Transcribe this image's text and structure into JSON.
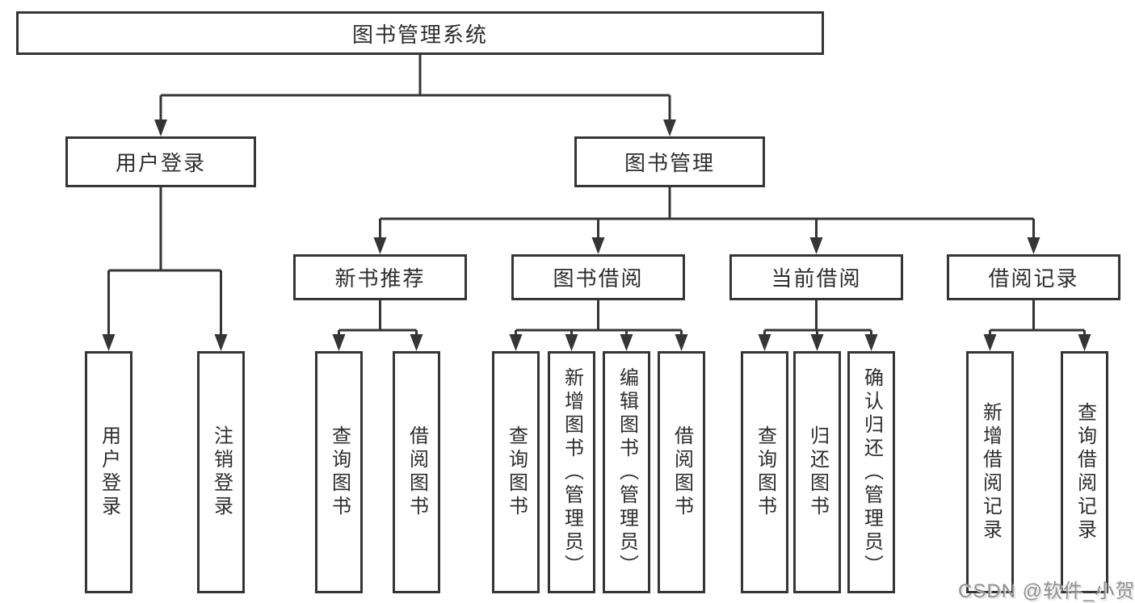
{
  "diagram": {
    "title": "图书管理系统",
    "nodes": {
      "root": "图书管理系统",
      "l2": [
        {
          "label": "用户登录"
        },
        {
          "label": "图书管理"
        }
      ],
      "l3": [
        {
          "label": "新书推荐"
        },
        {
          "label": "图书借阅"
        },
        {
          "label": "当前借阅"
        },
        {
          "label": "借阅记录"
        }
      ],
      "leaves": [
        {
          "label": "用户登录",
          "parent": "用户登录"
        },
        {
          "label": "注销登录",
          "parent": "用户登录"
        },
        {
          "label": "查询图书",
          "parent": "新书推荐"
        },
        {
          "label": "借阅图书",
          "parent": "新书推荐"
        },
        {
          "label": "查询图书",
          "parent": "图书借阅"
        },
        {
          "label": "新增图书（管理员）",
          "parent": "图书借阅"
        },
        {
          "label": "编辑图书（管理员）",
          "parent": "图书借阅"
        },
        {
          "label": "借阅图书",
          "parent": "图书借阅"
        },
        {
          "label": "查询图书",
          "parent": "当前借阅"
        },
        {
          "label": "归还图书",
          "parent": "当前借阅"
        },
        {
          "label": "确认归还（管理员）",
          "parent": "当前借阅"
        },
        {
          "label": "新增借阅记录",
          "parent": "借阅记录"
        },
        {
          "label": "查询借阅记录",
          "parent": "借阅记录"
        }
      ]
    },
    "colors": {
      "line": "#353535",
      "text": "#2d2d2d",
      "background": "#ffffff",
      "watermark": "#8f8f8f"
    },
    "watermark": "CSDN @软件_小贺同学"
  }
}
